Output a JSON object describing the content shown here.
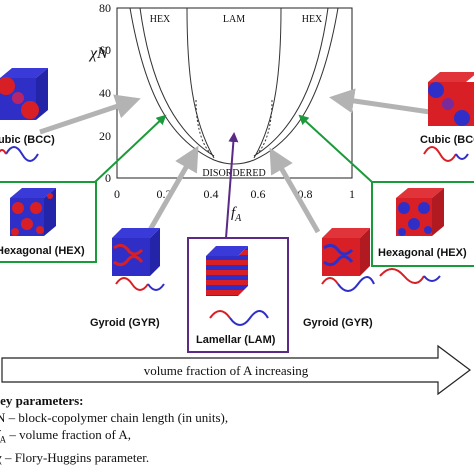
{
  "plot": {
    "y_axis_label": "χN",
    "x_axis_label": "f",
    "x_axis_subscript": "A",
    "y_ticks": [
      "80",
      "60",
      "40",
      "20",
      "0"
    ],
    "x_ticks": [
      "0",
      "0.2",
      "0.4",
      "0.6",
      "0.8",
      "1"
    ],
    "region_labels": {
      "left": "HEX",
      "center": "LAM",
      "right": "HEX",
      "bottom": "DISORDERED"
    }
  },
  "morphologies": {
    "bcc_left": "Cubic (BCC)",
    "bcc_right": "Cubic (BCC)",
    "hex_left": "Hexagonal (HEX)",
    "hex_right": "Hexagonal (HEX)",
    "gyr_left": "Gyroid (GYR)",
    "gyr_right": "Gyroid (GYR)",
    "lam": "Lamellar (LAM)"
  },
  "arrow_label": "volume fraction of A increasing",
  "key": {
    "title": "Key parameters:",
    "line1": "N – block-copolymer chain length (in units),",
    "line2_sym": "f",
    "line2_sub": "A",
    "line2_text": " – volume fraction of A,",
    "line3": "χ – Flory-Huggins parameter."
  },
  "colors": {
    "red": "#d81f26",
    "blue": "#2f2fc8",
    "green": "#1a9a3a",
    "purple": "#5b2a86",
    "arrow_gray": "#b3b3b3"
  }
}
